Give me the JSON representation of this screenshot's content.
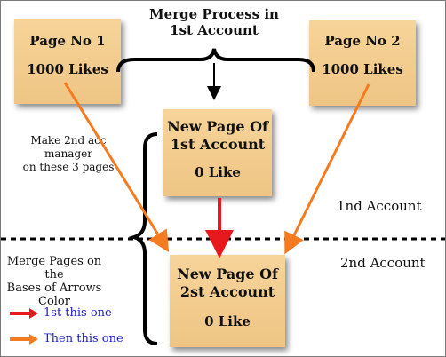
{
  "title": "Merge Process in 1st Account",
  "notes": {
    "page1": {
      "title": "Page No 1",
      "likes": "1000 Likes"
    },
    "page2": {
      "title": "Page No 2",
      "likes": "1000 Likes"
    },
    "new1": {
      "title_line1": "New Page Of",
      "title_line2": "1st Account",
      "likes": "0 Like"
    },
    "new2": {
      "title_line1": "New Page Of",
      "title_line2": "2st Account",
      "likes": "0 Like"
    }
  },
  "labels": {
    "manager_line1": "Make 2nd acc manager",
    "manager_line2": "on these 3 pages",
    "account_1": "1nd Account",
    "account_2": "2nd Account",
    "merge_line1": "Merge Pages on the",
    "merge_line2": "Bases of Arrows",
    "merge_line3": "Color"
  },
  "legend": [
    {
      "text": "1st this one",
      "color": "#e8191c"
    },
    {
      "text": "Then this one",
      "color": "#f47b20"
    }
  ],
  "colors": {
    "red_arrow": "#e8191c",
    "orange_arrow": "#f47b20",
    "note_fill": "#f0c98a",
    "legend_text": "#1a1acc"
  }
}
